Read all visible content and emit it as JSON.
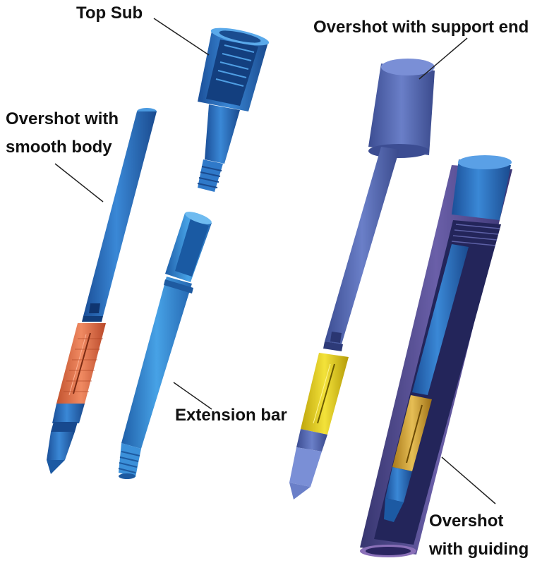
{
  "labels": {
    "top_sub": "Top Sub",
    "overshot_support_end": "Overshot with support end",
    "overshot_smooth_line1": "Overshot with",
    "overshot_smooth_line2": "smooth body",
    "extension_bar": "Extension bar",
    "overshot_guiding_line1": "Overshot",
    "overshot_guiding_line2": "with guiding"
  },
  "colors": {
    "background": "#ffffff",
    "label_text": "#111111",
    "leader_line": "#222222",
    "smooth_body_blue": "#2f79c9",
    "smooth_body_dark": "#1a4f94",
    "copper_spring": "#e2734e",
    "extension_blue": "#3b90d9",
    "support_end_blue": "#5a6fb8",
    "support_end_dark": "#3d4f95",
    "yellow_spring": "#e6d21a",
    "guiding_pipe": "#4a4796",
    "guiding_inner": "#3c6fb8",
    "gold_spring": "#d9a93a"
  }
}
